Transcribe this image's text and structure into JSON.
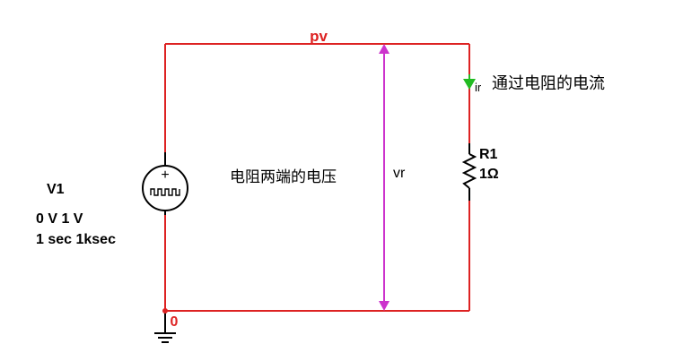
{
  "nets": {
    "top": "pv",
    "ground": "0"
  },
  "source": {
    "name": "V1",
    "params_line1": "0 V 1 V",
    "params_line2": "1 sec 1ksec",
    "polarity_symbol": "+",
    "icon": "pulse-voltage-source-icon"
  },
  "resistor": {
    "name": "R1",
    "value": "1Ω",
    "icon": "resistor-zigzag-icon"
  },
  "current_probe": {
    "label": "ir",
    "description": "通过电阻的电流",
    "icon": "current-arrow-icon",
    "color": "#22bb22"
  },
  "voltage_probe": {
    "label": "vr",
    "description": "电阻两端的电压",
    "icon": "double-arrow-icon",
    "color": "#cc33cc"
  },
  "colors": {
    "wire": "#dd2222",
    "component": "#000000",
    "net_label": "#dd2222"
  },
  "ground_icon": "ground-symbol-icon"
}
